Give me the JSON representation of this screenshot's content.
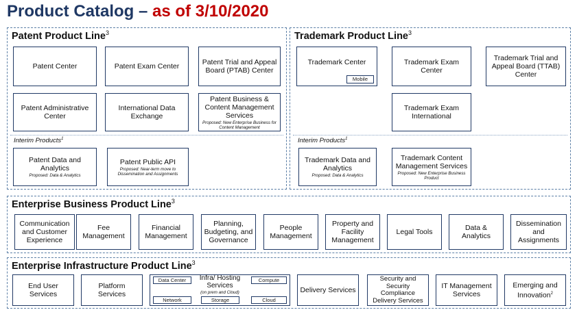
{
  "title": {
    "main": "Product Catalog – ",
    "date": "as of 3/10/2020"
  },
  "patent": {
    "title": "Patent Product Line",
    "sup": "3",
    "boxes": [
      "Patent Center",
      "Patent Exam Center",
      "Patent Trial and Appeal Board (PTAB) Center",
      "Patent Administrative Center",
      "International Data Exchange",
      "Patent Business & Content Management Services"
    ],
    "biz_note": "Proposed: New Enterprise Business for Content Management",
    "interim_label": "Interim Products",
    "interim_sup": "1",
    "interim": [
      {
        "label": "Patent Data and Analytics",
        "note": "Proposed: Data & Analytics"
      },
      {
        "label": "Patent Public API",
        "note": "Proposed: Near-term move to Dissemination and Assignments"
      }
    ]
  },
  "trademark": {
    "title": "Trademark Product Line",
    "sup": "3",
    "boxes": [
      "Trademark Center",
      "Trademark Exam Center",
      "Trademark Trial and Appeal Board (TTAB) Center",
      "Trademark Exam International"
    ],
    "mobile": "Mobile",
    "interim_label": "Interim Products",
    "interim_sup": "1",
    "interim": [
      {
        "label": "Trademark Data and Analytics",
        "note": "Proposed: Data & Analytics"
      },
      {
        "label": "Trademark Content Management Services",
        "note": "Proposed: New Enterprise Business Product"
      }
    ]
  },
  "enterprise_business": {
    "title": "Enterprise Business Product Line",
    "sup": "3",
    "boxes": [
      "Communication and Customer Experience",
      "Fee Management",
      "Financial Management",
      "Planning, Budgeting, and Governance",
      "People Management",
      "Property and Facility Management",
      "Legal Tools",
      "Data & Analytics",
      "Dissemination and Assignments"
    ]
  },
  "enterprise_infra": {
    "title": "Enterprise Infrastructure Product Line",
    "sup": "3",
    "boxes": [
      "End User Services",
      "Platform Services",
      "Delivery Services",
      "Security and Security Compliance Delivery Services",
      "IT Management Services",
      "Emerging and Innovation"
    ],
    "emerging_sup": "2",
    "hosting": {
      "label": "Infra/ Hosting Services",
      "sub": "(on prem and Cloud)",
      "data_center": "Data Center",
      "compute": "Compute",
      "network": "Network",
      "storage": "Storage",
      "cloud": "Cloud"
    }
  }
}
